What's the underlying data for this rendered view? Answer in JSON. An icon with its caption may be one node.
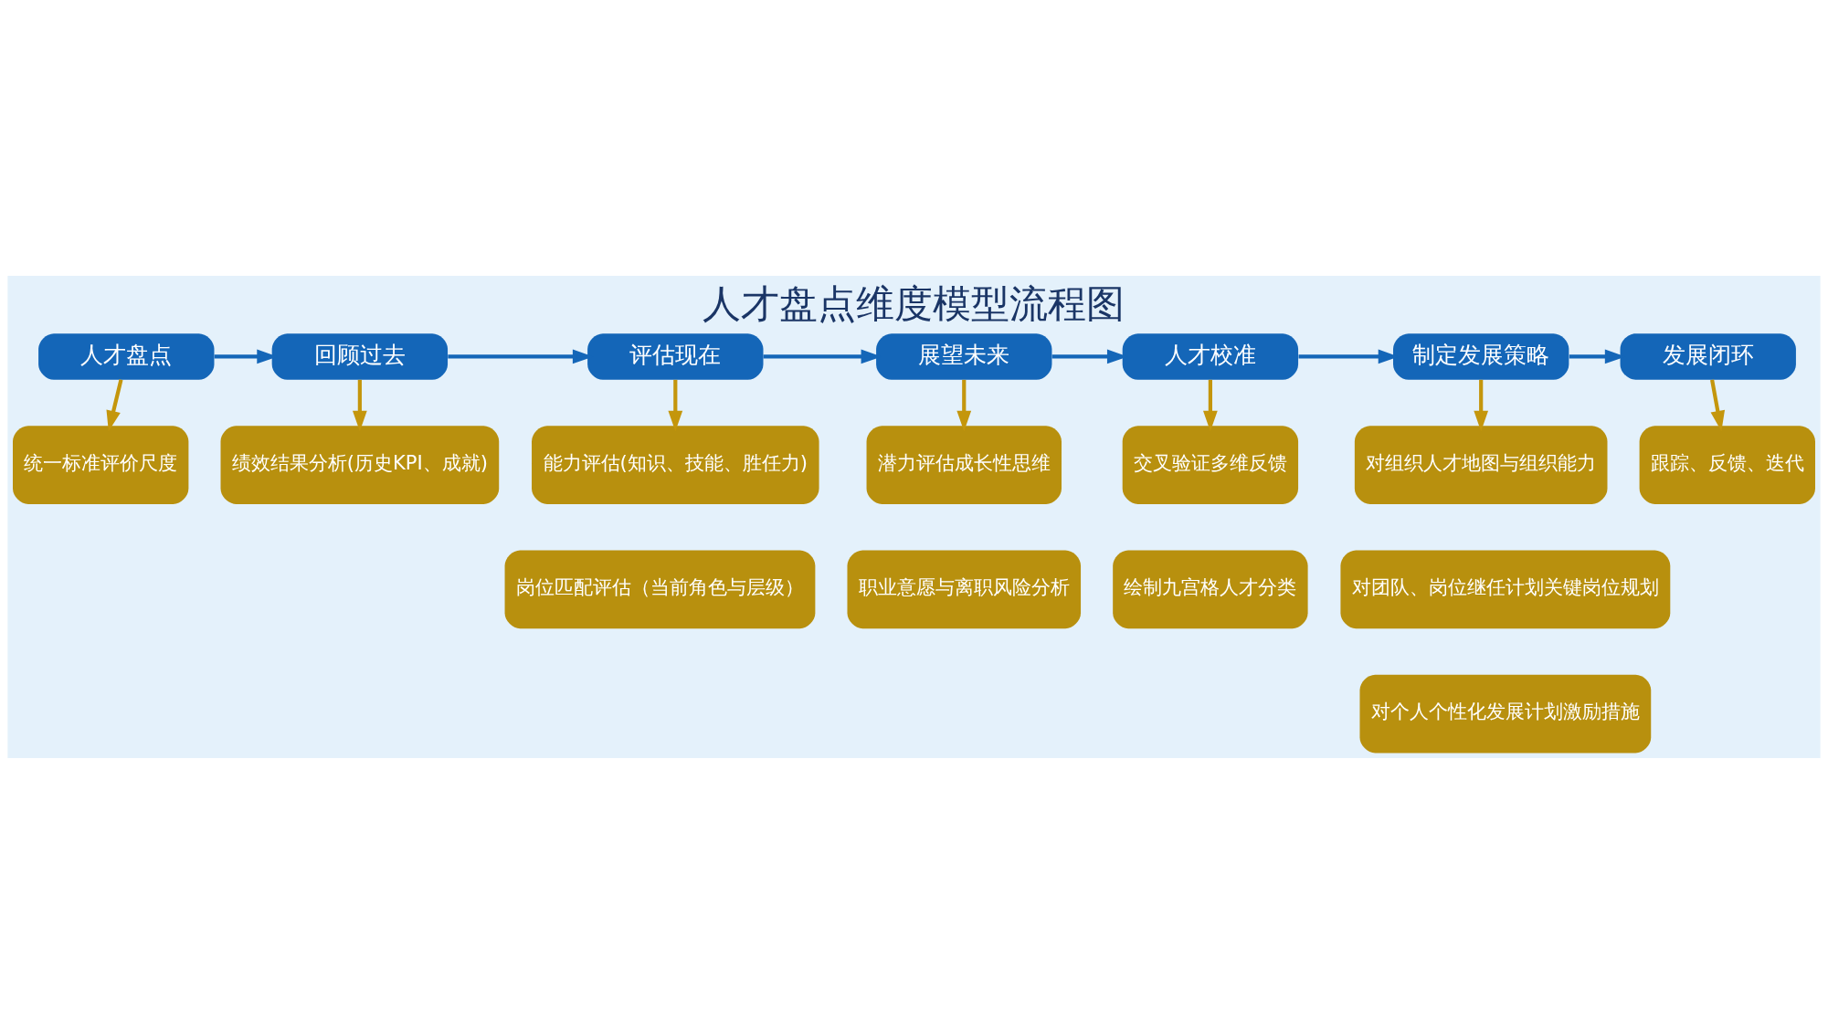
{
  "diagram": {
    "title": "人才盘点维度模型流程图",
    "nodes": [
      {
        "text": [
          "人才盘点"
        ]
      },
      {
        "text": [
          "回顾过去"
        ]
      },
      {
        "text": [
          "评估现在"
        ]
      },
      {
        "text": [
          "展望未来"
        ]
      },
      {
        "text": [
          "人才校准"
        ]
      },
      {
        "text": [
          "制定发展策略"
        ]
      },
      {
        "text": [
          "发展闭环"
        ]
      },
      {
        "text": [
          "统一标准评价尺度"
        ]
      },
      {
        "text": [
          "绩效结果分析(历史KPI、成就)"
        ]
      },
      {
        "text": [
          "能力评估(知识、技能、胜任力)"
        ]
      },
      {
        "text": [
          "岗位匹配评估（当前角色与层级）"
        ]
      },
      {
        "text": [
          "潜力评估成长性思维"
        ]
      },
      {
        "text": [
          "职业意愿与离职风险分析"
        ]
      },
      {
        "text": [
          "交叉验证多维反馈"
        ]
      },
      {
        "text": [
          "绘制九宫格人才分类"
        ]
      },
      {
        "text": [
          "对组织人才地图与组织能力"
        ]
      },
      {
        "text": [
          "对团队、岗位继任计划关键岗位规划"
        ]
      },
      {
        "text": [
          "对个人个性化发展计划激励措施"
        ]
      },
      {
        "text": [
          "跟踪、反馈、迭代"
        ]
      }
    ],
    "edges": [
      {
        "from": 0,
        "to": 1,
        "arrow": "to",
        "color": "#1466b8"
      },
      {
        "from": 1,
        "to": 2,
        "arrow": "to",
        "color": "#1466b8"
      },
      {
        "from": 2,
        "to": 3,
        "arrow": "to",
        "color": "#1466b8"
      },
      {
        "from": 3,
        "to": 4,
        "arrow": "to",
        "color": "#1466b8"
      },
      {
        "from": 4,
        "to": 5,
        "arrow": "to",
        "color": "#1466b8"
      },
      {
        "from": 5,
        "to": 6,
        "arrow": "to",
        "color": "#1466b8"
      },
      {
        "from": 0,
        "to": 7,
        "arrow": "to"
      },
      {
        "from": 1,
        "to": 8,
        "arrow": "to"
      },
      {
        "from": 2,
        "to": 9,
        "arrow": "to"
      },
      {
        "from": 3,
        "to": 11,
        "arrow": "to"
      },
      {
        "from": 4,
        "to": 13,
        "arrow": "to"
      },
      {
        "from": 5,
        "to": 15,
        "arrow": "to"
      },
      {
        "from": 6,
        "to": 18,
        "arrow": "to"
      }
    ]
  }
}
